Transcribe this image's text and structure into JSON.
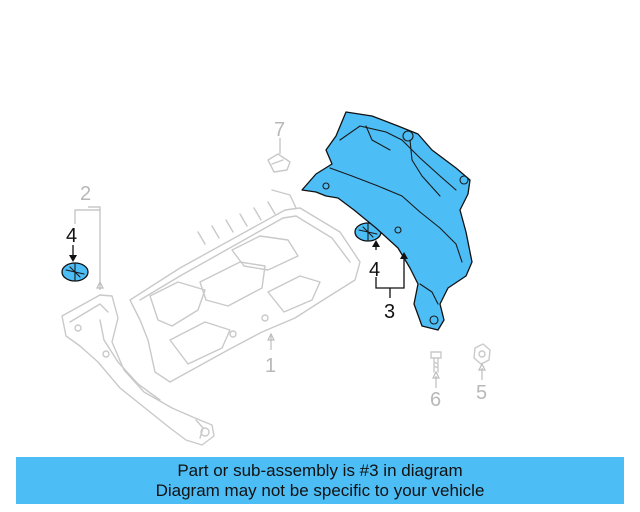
{
  "callouts": {
    "c1": "1",
    "c2": "2",
    "c3": "3",
    "c4_left": "4",
    "c4_right": "4",
    "c5": "5",
    "c6": "6",
    "c7": "7"
  },
  "highlighted_part": "3",
  "colors": {
    "highlight": "#4dbdf5",
    "ghost_lines": "#c9c9c9",
    "banner": "#4dbdf5"
  },
  "banner": {
    "line1": "Part or sub-assembly is #3 in diagram",
    "line2": "Diagram may not be specific to your vehicle"
  }
}
